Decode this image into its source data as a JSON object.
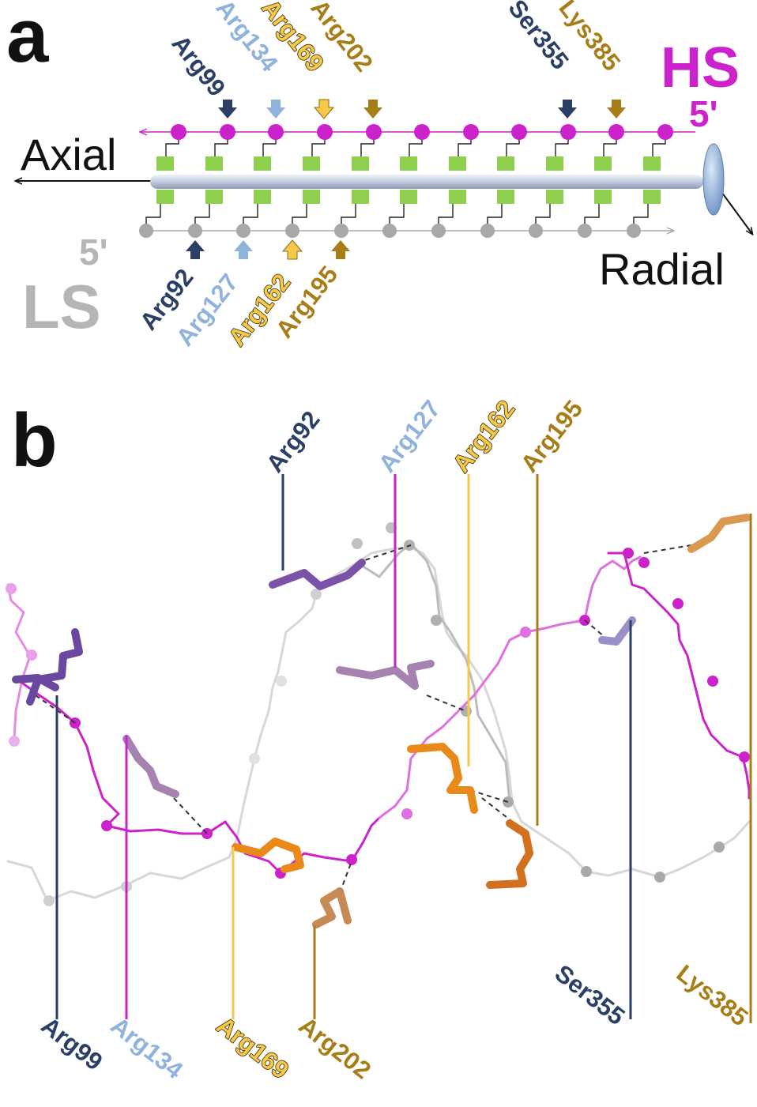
{
  "panel_a": {
    "letter": "a",
    "strand_hs": {
      "label": "HS",
      "five_prime": "5'"
    },
    "strand_ls": {
      "label": "LS",
      "five_prime": "5'"
    },
    "axis_axial": "Axial",
    "axis_radial": "Radial",
    "hs_residues": [
      {
        "name": "Arg99",
        "color": "#2b3f66"
      },
      {
        "name": "Arg134",
        "color": "#8fb3dc"
      },
      {
        "name": "Arg169",
        "color": "#f6c94a"
      },
      {
        "name": "Arg202",
        "color": "#a77d17"
      },
      {
        "name": "Ser355",
        "color": "#2b3f66"
      },
      {
        "name": "Lys385",
        "color": "#a77d17"
      }
    ],
    "ls_residues": [
      {
        "name": "Arg92",
        "color": "#2b3f66"
      },
      {
        "name": "Arg127",
        "color": "#8fb3dc"
      },
      {
        "name": "Arg162",
        "color": "#f6c94a"
      },
      {
        "name": "Arg195",
        "color": "#a77d17"
      }
    ]
  },
  "panel_b": {
    "letter": "b",
    "top_labels": [
      "Arg92",
      "Arg127",
      "Arg162",
      "Arg195"
    ],
    "bottom_labels": [
      "Arg99",
      "Arg134",
      "Arg169",
      "Arg202",
      "Ser355",
      "Lys385"
    ]
  },
  "colors": {
    "hs": "#cc22cc",
    "ls": "#a8a8a8",
    "rod": "#c9d3e3",
    "base": "#8fd14f",
    "navy": "#2b3f66",
    "light_blue": "#8fb3dc",
    "yellow": "#f6c94a",
    "gold": "#a77d17"
  }
}
